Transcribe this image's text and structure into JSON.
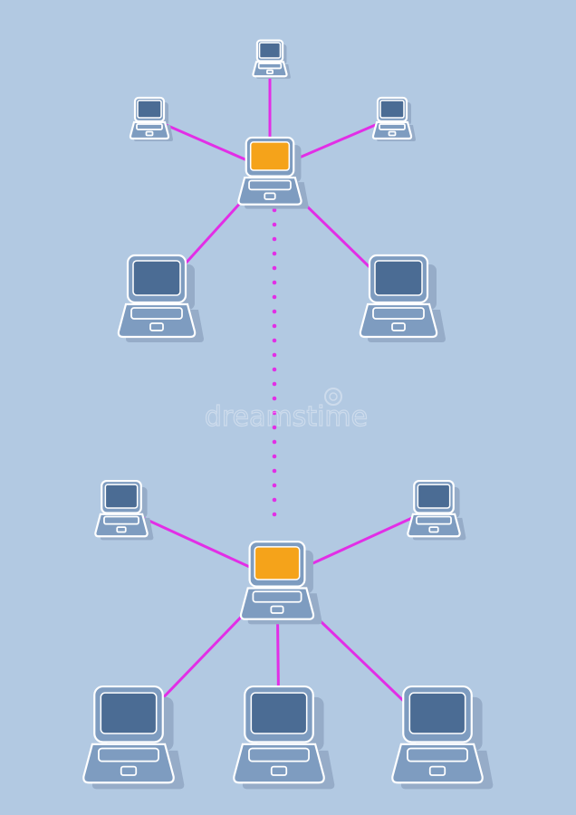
{
  "colors": {
    "background": "#b2c9e2",
    "link": "#e22ee6",
    "hub_screen": "#f5a31a",
    "screen": "#4b6c94",
    "body": "#7e9cc0",
    "outline": "#ffffff",
    "shadow": "#96acc8"
  },
  "icon": "laptop-icon",
  "watermark": {
    "text": "dreamstime",
    "icon": "camera-lens-icon"
  },
  "networks": [
    {
      "id": "top",
      "hub": "hub-laptop",
      "nodes": [
        "laptop-top",
        "laptop-upper-left",
        "laptop-upper-right",
        "laptop-lower-left",
        "laptop-lower-right"
      ]
    },
    {
      "id": "bottom",
      "hub": "hub-laptop",
      "nodes": [
        "laptop-upper-left",
        "laptop-upper-right",
        "laptop-lower-left",
        "laptop-lower-middle",
        "laptop-lower-right"
      ]
    }
  ],
  "backbone": {
    "style": "dotted",
    "connects": [
      "top",
      "bottom"
    ]
  }
}
